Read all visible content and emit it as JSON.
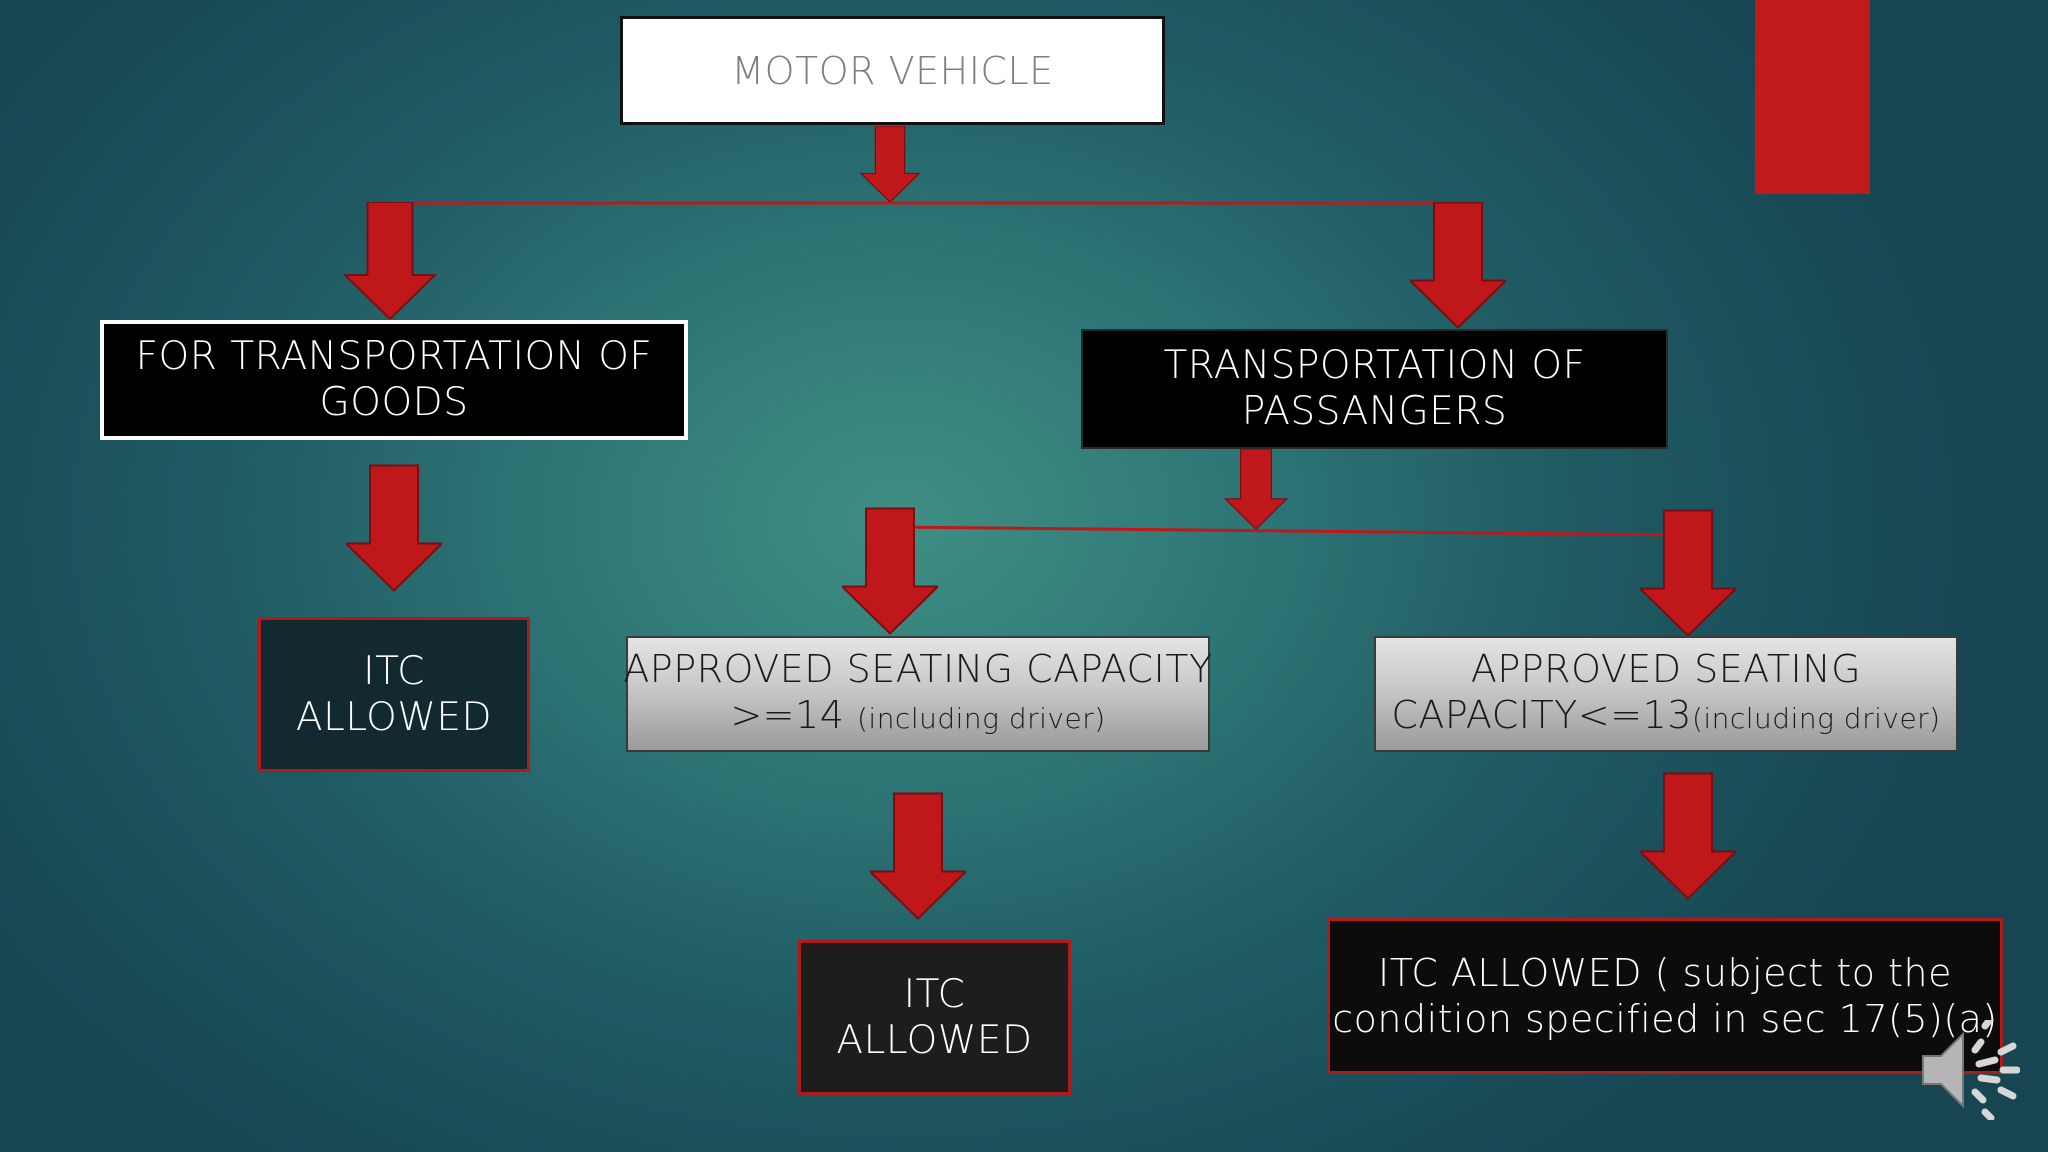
{
  "diagram": {
    "root": {
      "text": "MOTOR VEHICLE"
    },
    "goods": {
      "line1": "FOR TRANSPORTATION OF",
      "line2": "GOODS"
    },
    "passengers": {
      "line1": "TRANSPORTATION OF",
      "line2": "PASSANGERS"
    },
    "goods_result": {
      "line1": "ITC",
      "line2": "ALLOWED"
    },
    "seating_ge14": {
      "line1": "APPROVED SEATING CAPACITY",
      "line2_main": ">=14",
      "line2_sub": "(including driver)"
    },
    "seating_le13": {
      "line1": "APPROVED SEATING",
      "line2_main": "CAPACITY<=13",
      "line2_sub": "(including driver)"
    },
    "ge14_result": {
      "line1": "ITC",
      "line2": "ALLOWED"
    },
    "le13_result": {
      "line1": "ITC ALLOWED ( subject to the",
      "line2": "condition specified in sec 17(5)(a)"
    }
  },
  "colors": {
    "arrow": "#c0181a",
    "connector": "#c0181a",
    "accent_tab": "#c01a1a"
  },
  "icons": {
    "audio": "speaker-volume-icon"
  }
}
